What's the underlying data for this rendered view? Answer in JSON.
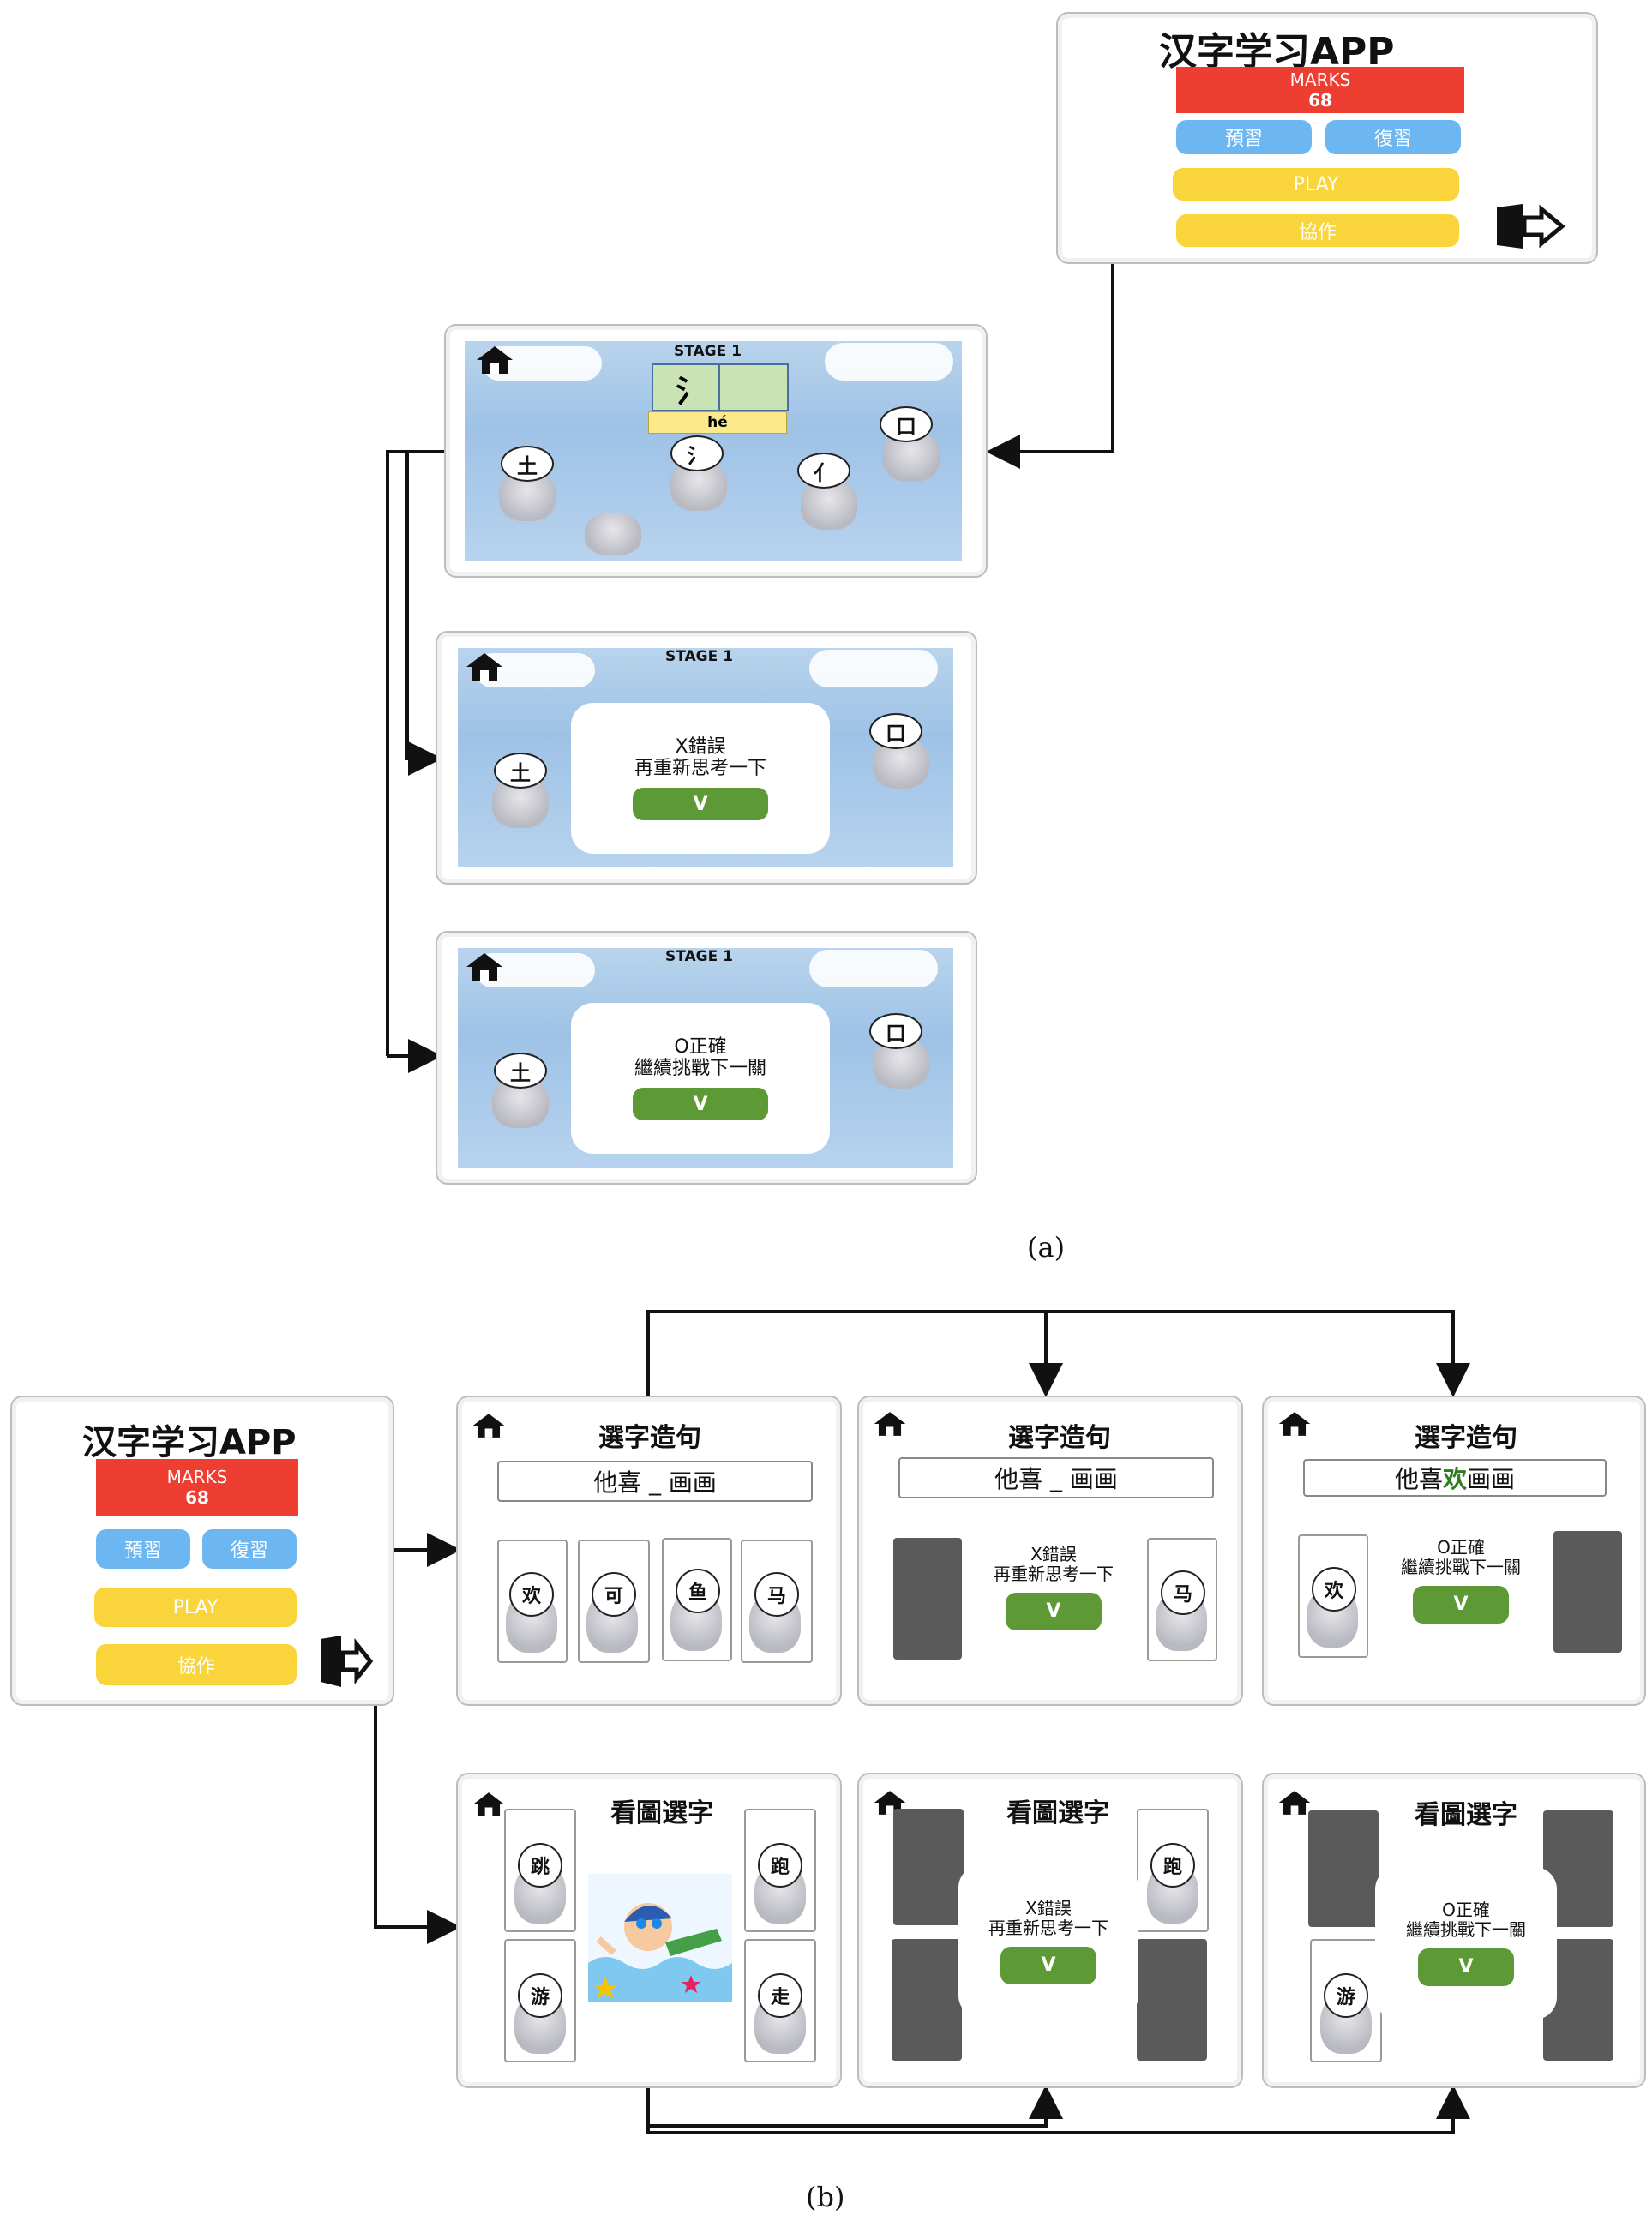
{
  "home": {
    "app_title": "汉字学习APP",
    "marks_label": "MARKS",
    "marks_value": "68",
    "preview_label": "預習",
    "review_label": "復習",
    "play_label": "PLAY",
    "cooperate_label": "協作"
  },
  "stage": {
    "title": "STAGE 1",
    "pinyin": "hé",
    "radical": "氵",
    "options": [
      "土",
      "氵",
      "亻",
      "口"
    ],
    "wrong_title": "X錯誤",
    "wrong_msg": "再重新思考一下",
    "right_title": "O正確",
    "right_msg": "繼續挑戰下一關",
    "ok_label": "V"
  },
  "sentence_game": {
    "title": "選字造句",
    "sentence_prefix": "他喜",
    "sentence_blank": "_",
    "sentence_suffix": "画画",
    "answer": "欢",
    "options": [
      "欢",
      "可",
      "鱼",
      "马"
    ],
    "right_msg": "繼續挑戰下一關"
  },
  "picture_game": {
    "title": "看圖選字",
    "options": [
      "跳",
      "跑",
      "游",
      "走"
    ]
  },
  "captions": {
    "a": "(a)",
    "b": "(b)"
  },
  "colors": {
    "marks_red": "#ee3d31",
    "button_blue": "#6cb6f2",
    "button_yellow": "#f9d43a",
    "ok_green": "#5d9a35",
    "answer_green": "#2e7d1f"
  }
}
